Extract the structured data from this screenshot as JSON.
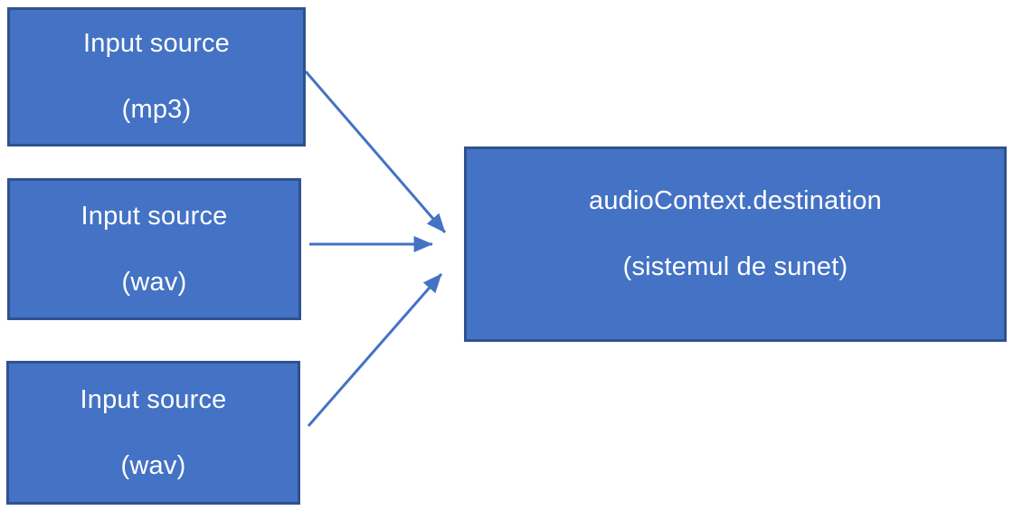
{
  "colors": {
    "box_fill": "#4472C4",
    "box_border": "#2F528F",
    "arrow": "#4472C4",
    "text": "#FFFFFF",
    "background": "#FFFFFF"
  },
  "diagram": {
    "nodes": [
      {
        "id": "input-mp3",
        "line1": "Input source",
        "line2": "(mp3)"
      },
      {
        "id": "input-wav-1",
        "line1": "Input source",
        "line2": "(wav)"
      },
      {
        "id": "input-wav-2",
        "line1": "Input source",
        "line2": "(wav)"
      },
      {
        "id": "destination",
        "line1": "audioContext.destination",
        "line2": "(sistemul de sunet)"
      }
    ],
    "edges": [
      {
        "from": "input-mp3",
        "to": "destination"
      },
      {
        "from": "input-wav-1",
        "to": "destination"
      },
      {
        "from": "input-wav-2",
        "to": "destination"
      }
    ]
  }
}
